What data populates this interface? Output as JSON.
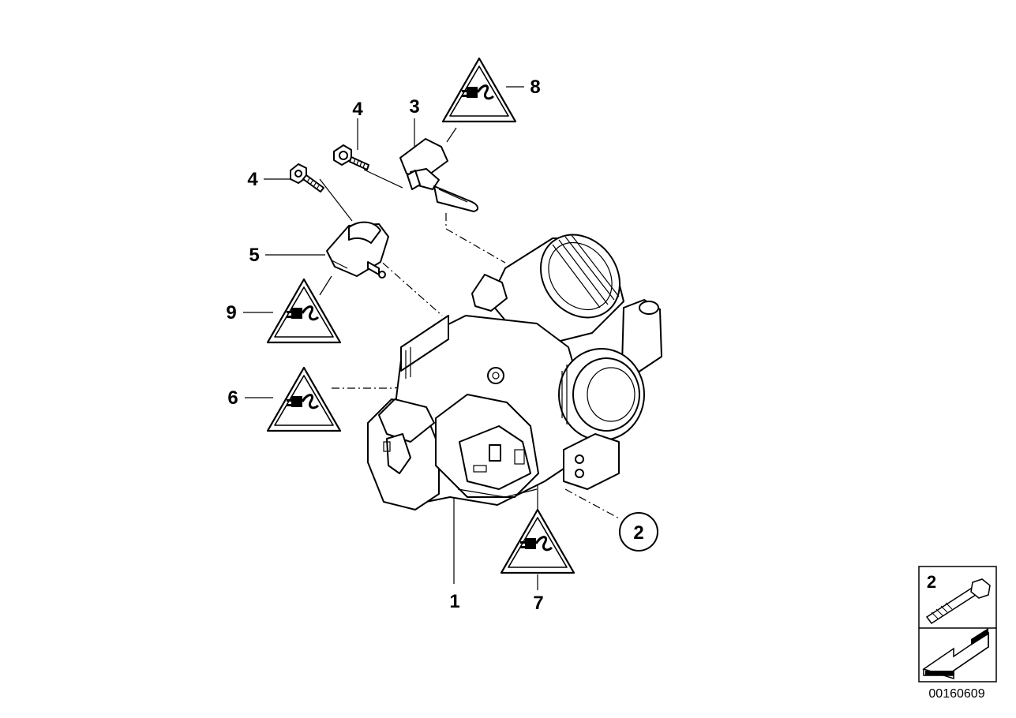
{
  "callouts": {
    "c1": "1",
    "c2": "2",
    "c3": "3",
    "c4a": "4",
    "c4b": "4",
    "c5": "5",
    "c6": "6",
    "c7": "7",
    "c8": "8",
    "c9": "9"
  },
  "legend": {
    "number": "2"
  },
  "document_number": "00160609",
  "icons": {
    "connector_warning": "connector-warning-triangle-icon",
    "bolt": "bolt-icon",
    "arrow": "direction-arrow-icon"
  }
}
